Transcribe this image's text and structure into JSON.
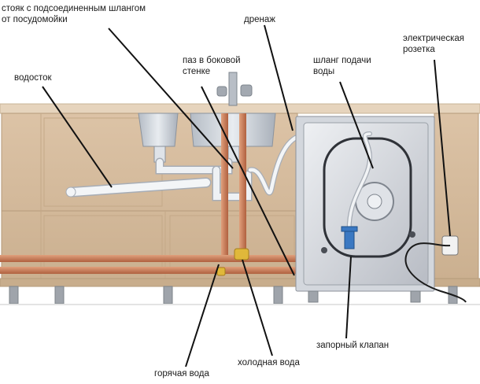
{
  "labels": {
    "riser": "стояк с подсоединенным шлангом\nот посудомойки",
    "drainage": "дренаж",
    "groove": "паз в боковой\nстенке",
    "socket": "электрическая\nрозетка",
    "gutter": "водосток",
    "supply_hose": "шланг подачи\nводы",
    "shutoff_valve": "запорный клапан",
    "hot_water": "горячая вода",
    "cold_water": "холодная вода"
  },
  "colors": {
    "cabinet": "#d4b99a",
    "countertop": "#e6d4bd",
    "pipe_copper": "#c87a55",
    "leader": "#111111",
    "machine_body": "#c9ccd3",
    "fittings": "#e0b83a"
  }
}
